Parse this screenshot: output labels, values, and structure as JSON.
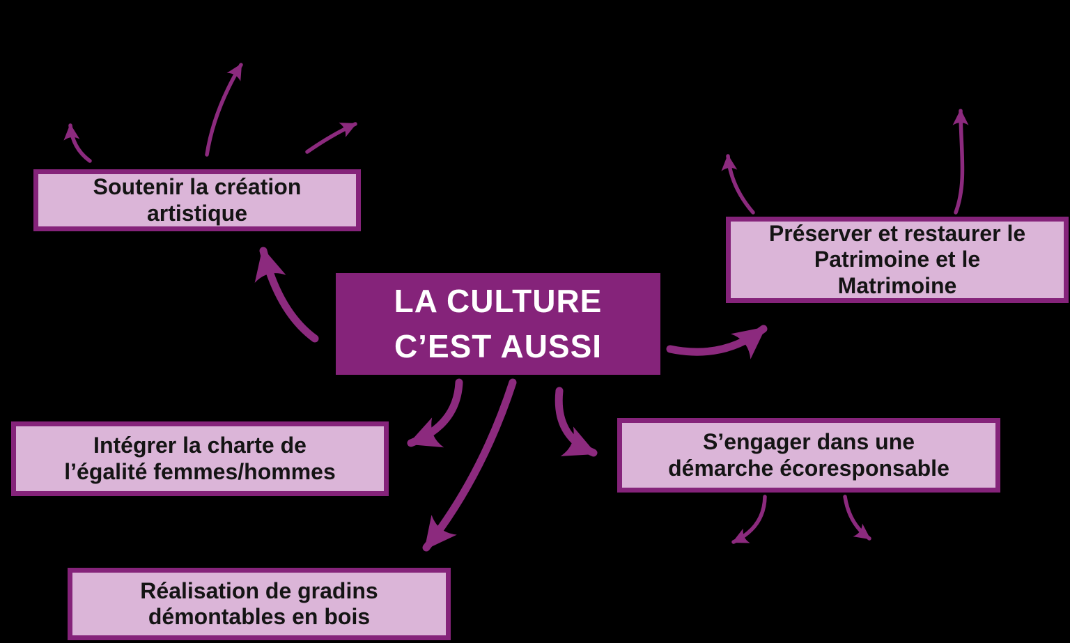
{
  "theme": {
    "background": "#000000",
    "dark_purple": "#85237a",
    "light_pink": "#dbb5d8",
    "arrow_purple": "#8c2a7e",
    "central_text": "#ffffff",
    "box_text": "#141414"
  },
  "central": {
    "label": "LA CULTURE\nC’EST AUSSI"
  },
  "branches": {
    "soutenir": {
      "label": "Soutenir la création\nartistique"
    },
    "preserver": {
      "label": "Préserver et restaurer le\nPatrimoine et le\nMatrimoine"
    },
    "integrer": {
      "label": "Intégrer la charte de\nl’égalité femmes/hommes"
    },
    "sengager": {
      "label": "S’engager dans une\ndémarche écoresponsable"
    },
    "realisation": {
      "label": "Réalisation de gradins\ndémontables en bois"
    }
  },
  "edges": [
    {
      "from": "central",
      "to": "soutenir"
    },
    {
      "from": "central",
      "to": "preserver"
    },
    {
      "from": "central",
      "to": "integrer"
    },
    {
      "from": "central",
      "to": "sengager"
    },
    {
      "from": "central",
      "to": "realisation"
    }
  ],
  "accent_arrow_counts": {
    "soutenir": 3,
    "preserver": 2,
    "sengager": 2
  }
}
